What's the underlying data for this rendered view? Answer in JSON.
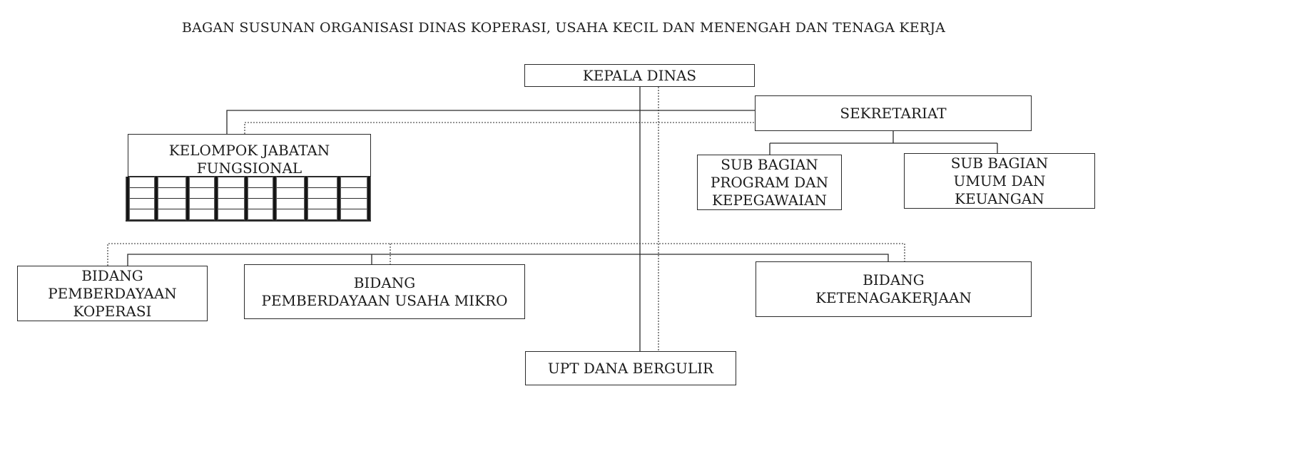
{
  "title": "BAGAN SUSUNAN ORGANISASI DINAS KOPERASI, USAHA KECIL DAN MENENGAH DAN TENAGA KERJA",
  "nodes": {
    "kepala_dinas": "KEPALA DINAS",
    "sekretariat": "SEKRETARIAT",
    "sub_bagian_program": "SUB BAGIAN\nPROGRAM DAN\nKEPEGAWAIAN",
    "sub_bagian_umum": "SUB BAGIAN\nUMUM DAN\nKEUANGAN",
    "kelompok_jabatan": "KELOMPOK JABATAN\nFUNGSIONAL",
    "bidang_koperasi": "BIDANG\nPEMBERDAYAAN\nKOPERASI",
    "bidang_usaha_mikro": "BIDANG\nPEMBERDAYAAN USAHA MIKRO",
    "bidang_ketenagakerjaan": "BIDANG\nKETENAGAKERJAAN",
    "upt": "UPT DANA BERGULIR"
  },
  "connections": [
    {
      "from": "kepala_dinas",
      "to": "sekretariat",
      "style": "solid"
    },
    {
      "from": "kepala_dinas",
      "to": "kelompok_jabatan",
      "style": "solid"
    },
    {
      "from": "sekretariat",
      "to": "kelompok_jabatan",
      "style": "dotted"
    },
    {
      "from": "sekretariat",
      "to": "sub_bagian_program",
      "style": "solid"
    },
    {
      "from": "sekretariat",
      "to": "sub_bagian_umum",
      "style": "solid"
    },
    {
      "from": "kepala_dinas",
      "to": "bidang_koperasi",
      "style": "solid"
    },
    {
      "from": "kepala_dinas",
      "to": "bidang_usaha_mikro",
      "style": "solid"
    },
    {
      "from": "kepala_dinas",
      "to": "bidang_ketenagakerjaan",
      "style": "solid"
    },
    {
      "from": "kepala_dinas",
      "to": "upt",
      "style": "solid"
    },
    {
      "from": "kepala_dinas",
      "to": "upt",
      "style": "dotted"
    },
    {
      "from": "kepala_dinas",
      "to": "bidang_koperasi",
      "style": "dotted"
    },
    {
      "from": "kepala_dinas",
      "to": "bidang_ketenagakerjaan",
      "style": "dotted"
    }
  ]
}
